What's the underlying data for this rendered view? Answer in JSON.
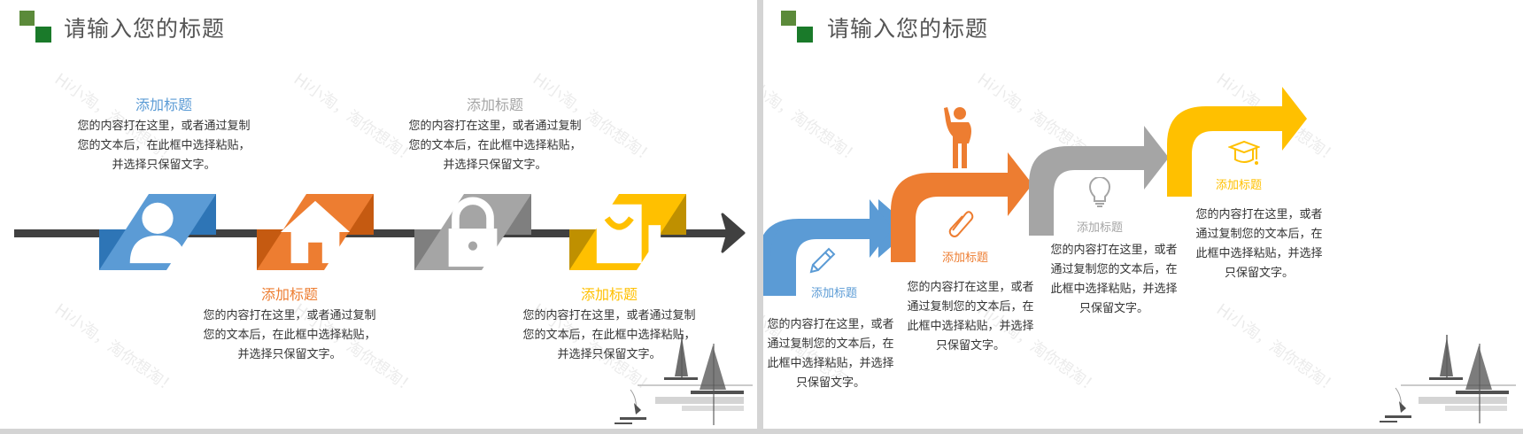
{
  "slides": [
    {
      "title": "请输入您的标题",
      "watermark": "Hi小淘，淘你想淘！",
      "timeline": {
        "items": [
          {
            "id": "1",
            "icon": "user-icon",
            "color": "#5b9bd5",
            "dark": "#2e75b6",
            "heading": "添加标题",
            "heading_color": "#5b9bd5",
            "position": "above",
            "body": [
              "您的内容打在这里，或者通过复制",
              "您的文本后，在此框中选择粘贴，",
              "并选择只保留文字。"
            ]
          },
          {
            "id": "2",
            "icon": "home-icon",
            "color": "#ed7d31",
            "dark": "#c55a11",
            "heading": "添加标题",
            "heading_color": "#ed7d31",
            "position": "below",
            "body": [
              "您的内容打在这里，或者通过复制",
              "您的文本后，在此框中选择粘贴，",
              "并选择只保留文字。"
            ]
          },
          {
            "id": "3",
            "icon": "lock-icon",
            "color": "#a5a5a5",
            "dark": "#7f7f7f",
            "heading": "添加标题",
            "heading_color": "#a5a5a5",
            "position": "above",
            "body": [
              "您的内容打在这里，或者通过复制",
              "您的文本后，在此框中选择粘贴，",
              "并选择只保留文字。"
            ]
          },
          {
            "id": "4",
            "icon": "shopping-bag-icon",
            "color": "#ffc000",
            "dark": "#bf9000",
            "heading": "添加标题",
            "heading_color": "#ffc000",
            "position": "below",
            "body": [
              "您的内容打在这里，或者通过复制",
              "您的文本后，在此框中选择粘贴，",
              "并选择只保留文字。"
            ]
          }
        ]
      }
    },
    {
      "title": "请输入您的标题",
      "watermark": "Hi小淘，淘你想淘！",
      "steps": [
        {
          "id": "1",
          "icon": "pencil-icon",
          "color": "#5b9bd5",
          "heading": "添加标题",
          "body": [
            "您的内容打在这里，或者",
            "通过复制您的文本后，在",
            "此框中选择粘贴，并选择",
            "只保留文字。"
          ]
        },
        {
          "id": "2",
          "icon": "paperclip-icon",
          "color": "#ed7d31",
          "heading": "添加标题",
          "body": [
            "您的内容打在这里，或者",
            "通过复制您的文本后，在",
            "此框中选择粘贴，并选择",
            "只保留文字。"
          ]
        },
        {
          "id": "3",
          "icon": "lightbulb-icon",
          "color": "#a5a5a5",
          "heading": "添加标题",
          "body": [
            "您的内容打在这里，或者",
            "通过复制您的文本后，在",
            "此框中选择粘贴，并选择",
            "只保留文字。"
          ]
        },
        {
          "id": "4",
          "icon": "graduation-cap-icon",
          "color": "#ffc000",
          "heading": "添加标题",
          "body": [
            "您的内容打在这里，或者",
            "通过复制您的文本后，在",
            "此框中选择粘贴，并选择",
            "只保留文字。"
          ]
        }
      ],
      "figure_icon": "person-waving-icon"
    }
  ],
  "colors": {
    "logo_light": "#5b8a3a",
    "logo_dark": "#1a7a2a",
    "timeline": "#404040",
    "title_text": "#555555",
    "body_text": "#333333",
    "divider": "#d4d4d4"
  }
}
